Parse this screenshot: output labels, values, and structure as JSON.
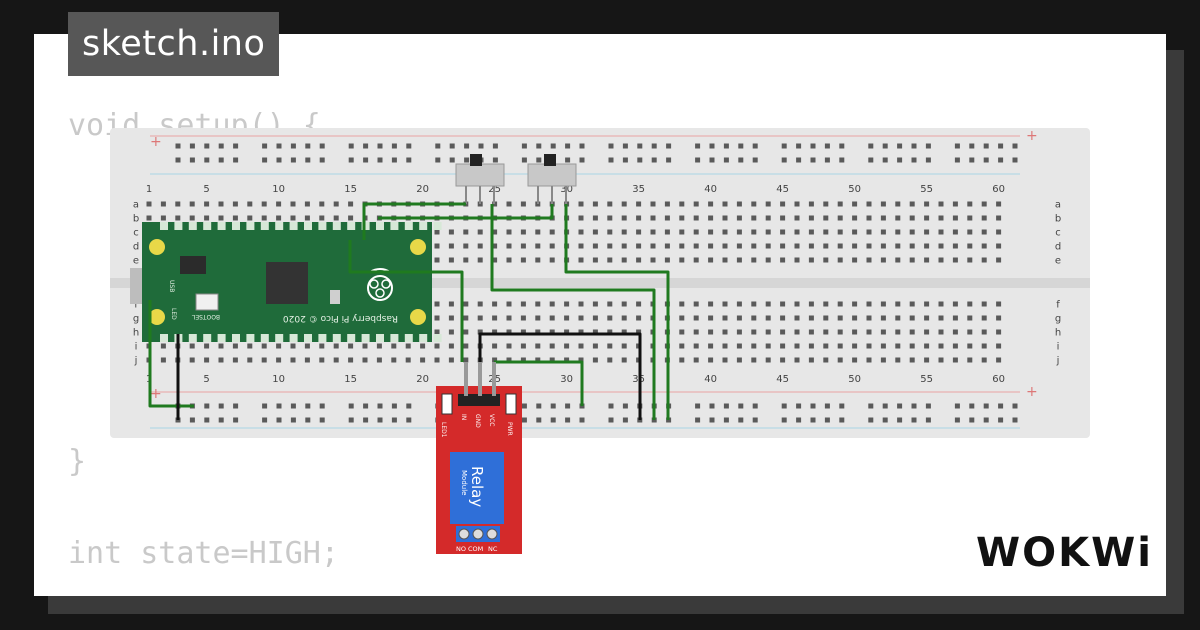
{
  "file_tab": {
    "label": "sketch.ino"
  },
  "code_lines": [
    "void setup() {",
    "}",
    "int state=HIGH;"
  ],
  "breadboard": {
    "column_numbers": [
      "1",
      "5",
      "10",
      "15",
      "20",
      "25",
      "30",
      "35",
      "40",
      "45",
      "50",
      "55",
      "60"
    ],
    "rows_top": [
      "a",
      "b",
      "c",
      "d",
      "e"
    ],
    "rows_bottom": [
      "f",
      "g",
      "h",
      "i",
      "j"
    ],
    "rail_symbols": {
      "plus": "+",
      "minus": "-"
    }
  },
  "pico": {
    "silkscreen": "Raspberry Pi Pico © 2020",
    "bootsel_label": "BOOTSEL",
    "usb_label": "USB",
    "led_label": "LED"
  },
  "relay": {
    "body_label": "Relay",
    "sub_label": "Module",
    "pin_labels": [
      "IN",
      "GND",
      "VCC"
    ],
    "led_labels": [
      "LED1",
      "PWR"
    ],
    "terminal_labels": [
      "NO",
      "COM",
      "NC"
    ]
  },
  "brand": {
    "logo_text": "WOKWi"
  },
  "colors": {
    "breadboard": "#e7e7e7",
    "pico_green": "#1f6b3a",
    "wire_green": "#1f7a1f",
    "wire_black": "#111111",
    "relay_red": "#d42a2a",
    "relay_blue": "#2f6fd8"
  }
}
